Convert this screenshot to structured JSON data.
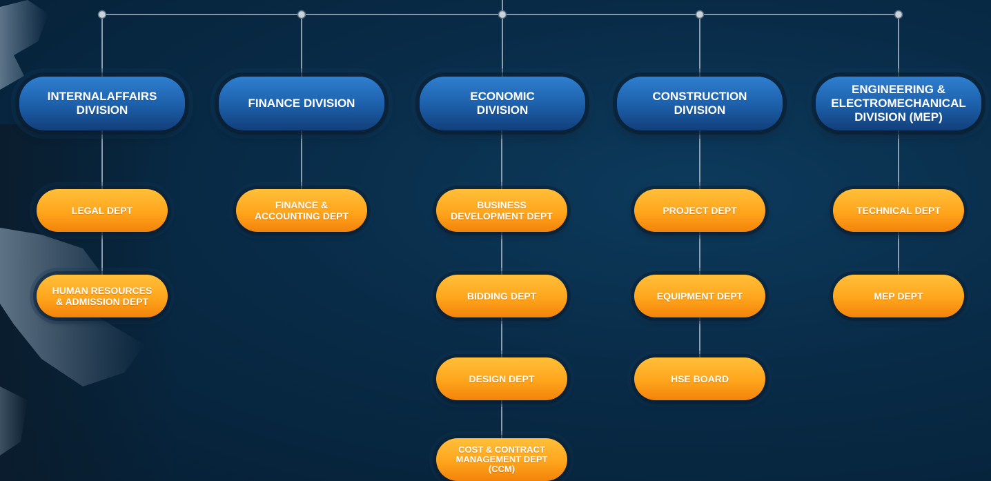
{
  "divisions": [
    {
      "label": "INTERNALAFFAIRS\nDIVISION",
      "depts": [
        "LEGAL DEPT",
        "HUMAN RESOURCES\n& ADMISSION DEPT"
      ]
    },
    {
      "label": "FINANCE DIVISION",
      "depts": [
        "FINANCE &\nACCOUNTING DEPT"
      ]
    },
    {
      "label": "ECONOMIC\nDIVISION",
      "depts": [
        "BUSINESS\nDEVELOPMENT DEPT",
        "BIDDING DEPT",
        "DESIGN DEPT",
        "COST & CONTRACT\nMANAGEMENT DEPT\n(CCM)"
      ]
    },
    {
      "label": "CONSTRUCTION\nDIVISION",
      "depts": [
        "PROJECT DEPT",
        "EQUIPMENT DEPT",
        "HSE BOARD"
      ]
    },
    {
      "label": "ENGINEERING &\nELECTROMECHANICAL\nDIVISION (MEP)",
      "depts": [
        "TECHNICAL DEPT",
        "MEP DEPT"
      ]
    }
  ],
  "colors": {
    "division_fill": "#1c5ea9",
    "dept_fill": "#ffa51c",
    "connector": "#aebccb",
    "background": "#082b47"
  }
}
